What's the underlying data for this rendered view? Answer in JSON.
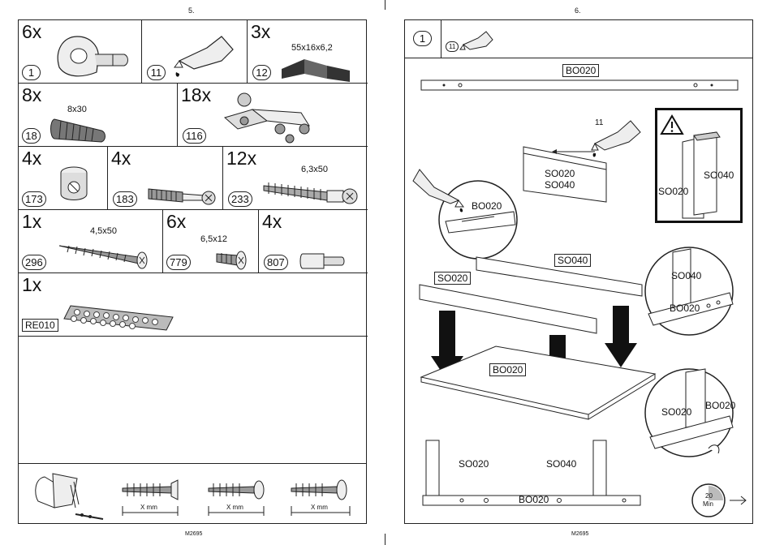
{
  "left_page": {
    "page_number": "5.",
    "footer_code": "M2695",
    "parts": [
      {
        "qty": "6x",
        "id": "1",
        "dim": ""
      },
      {
        "qty": "",
        "id": "11",
        "dim": ""
      },
      {
        "qty": "3x",
        "id": "12",
        "dim": "55x16x6,2"
      },
      {
        "qty": "8x",
        "id": "18",
        "dim": "8x30"
      },
      {
        "qty": "18x",
        "id": "116",
        "dim": ""
      },
      {
        "qty": "4x",
        "id": "173",
        "dim": ""
      },
      {
        "qty": "4x",
        "id": "183",
        "dim": ""
      },
      {
        "qty": "12x",
        "id": "233",
        "dim": "6,3x50"
      },
      {
        "qty": "1x",
        "id": "296",
        "dim": "4,5x50"
      },
      {
        "qty": "6x",
        "id": "779",
        "dim": "6,5x12"
      },
      {
        "qty": "4x",
        "id": "807",
        "dim": ""
      },
      {
        "qty": "1x",
        "id": "RE010",
        "dim": ""
      }
    ],
    "screw_guides": [
      "X mm",
      "X mm",
      "X mm"
    ]
  },
  "right_page": {
    "page_number": "6.",
    "footer_code": "M2695",
    "step_number": "1",
    "glue_ref": "11",
    "glue_callout": "11",
    "labels": {
      "bo020": "BO020",
      "so020": "SO020",
      "so040": "SO040"
    },
    "timer": {
      "value": "20",
      "unit": "Min"
    }
  }
}
